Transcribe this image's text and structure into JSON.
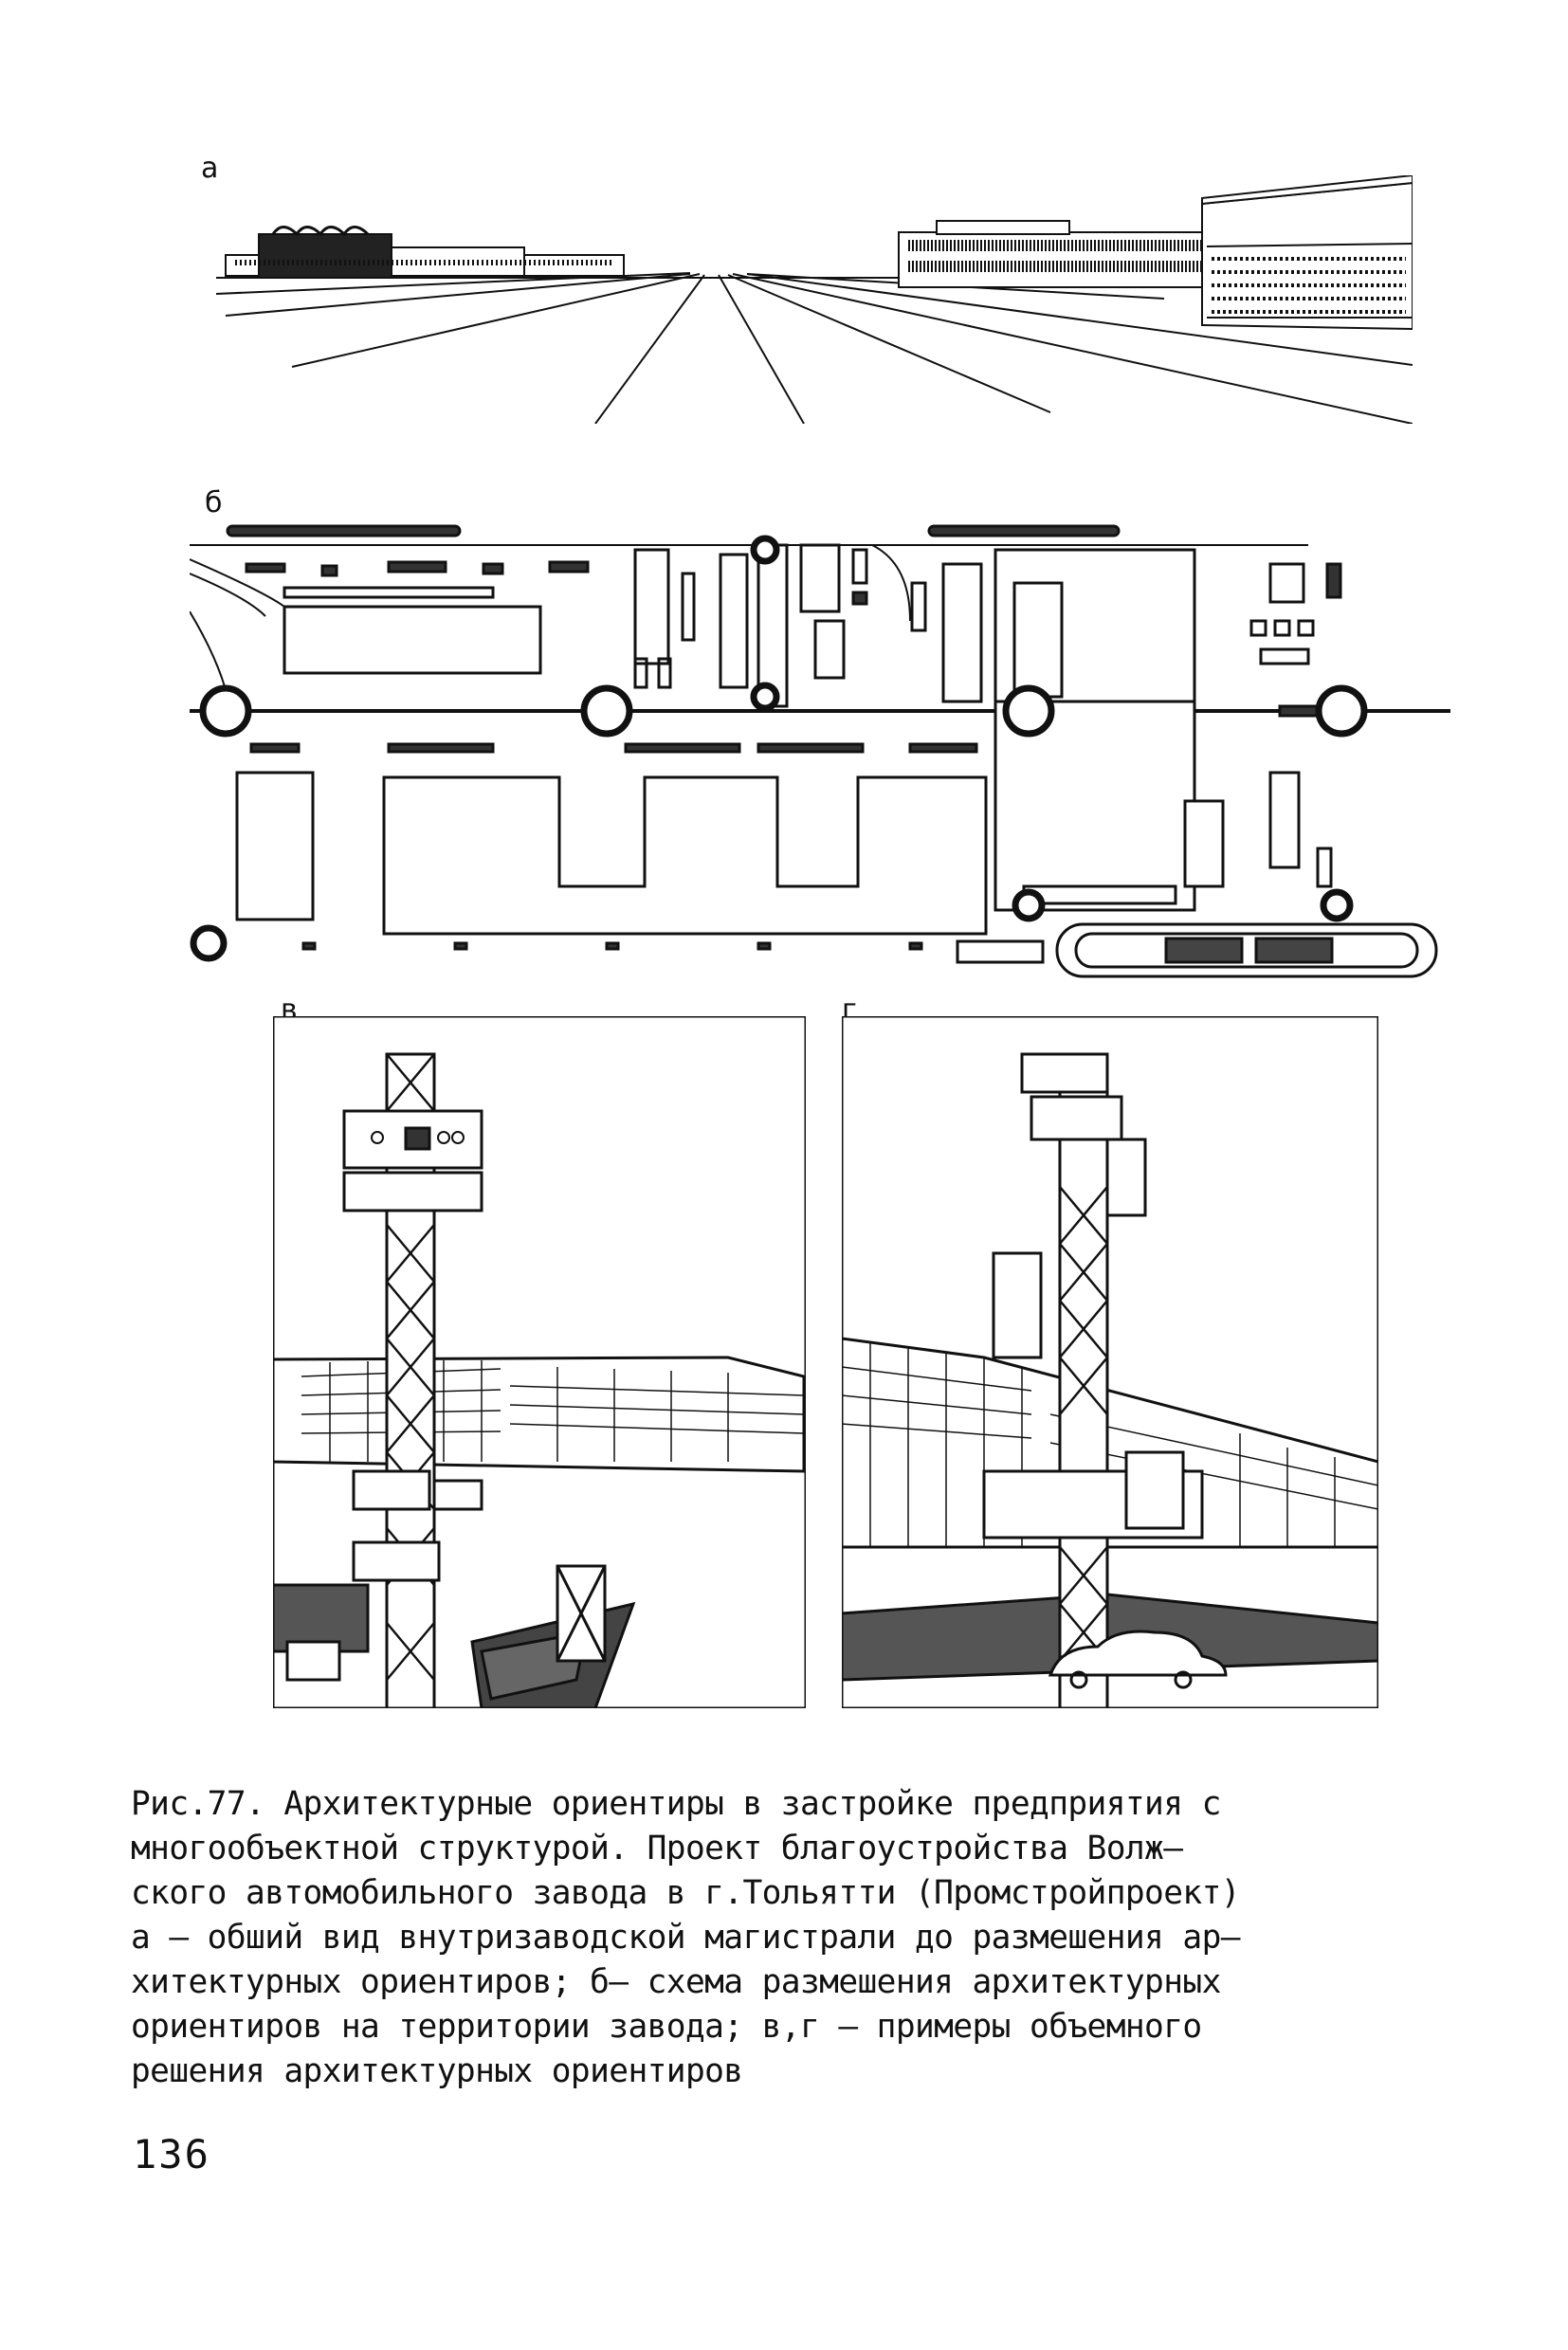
{
  "figure": {
    "panel_a_label": "а",
    "panel_b_label": "б",
    "panel_v_label": "в",
    "panel_g_label": "г"
  },
  "caption": {
    "lines": [
      "Рис.77. Архитектурные ориентиры в застройке предприятия с",
      "многообъектной структурой. Проект благоустройства Волж–",
      "ского автомобильного завода в г.Тольятти (Промстройпроект)",
      "а – обший вид внутризаводской магистрали до размешения ар–",
      "хитектурных ориентиров; б– схема размешения архитектурных",
      "ориентиров на территории завода; в,г – примеры объемного",
      "решения архитектурных ориентиров"
    ]
  },
  "page": {
    "number": "136"
  }
}
